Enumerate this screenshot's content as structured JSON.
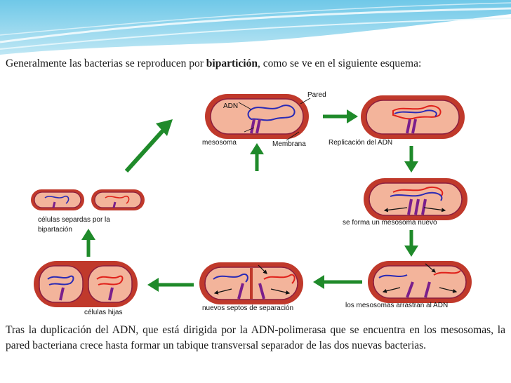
{
  "intro": {
    "before": "Generalmente las bacterias se reproducen por ",
    "bold": "bipartición",
    "after": ", como se ve en el siguiente esquema:"
  },
  "labels": {
    "pared": "Pared",
    "adn": "ADN",
    "mesosoma": "mesosoma",
    "membrana": "Membrana",
    "replicacion": "Replicación del ADN",
    "se_forma": "se forma un mesosoma nuevo",
    "arrastran": "los mesosomas arrastran al ADN",
    "septos": "nuevos septos de separación",
    "hijas": "células hijas",
    "separadas_1": "células separdas por la",
    "separadas_2": "bipartación"
  },
  "outro": "Tras la duplicación del ADN, que está dirigida por la ADN-polimerasa que se encuentra en los mesosomas, la pared bacteriana crece hasta formar un tabique transversal separador de las dos nuevas bacterias.",
  "colors": {
    "wall": "#c0392b",
    "cytoplasm": "#f3b49b",
    "membrane": "#8b1e3f",
    "dna_blue": "#2a2ab5",
    "dna_red": "#e0201a",
    "mesosome": "#7a1f8c",
    "arrow_green": "#1f8a2a"
  }
}
